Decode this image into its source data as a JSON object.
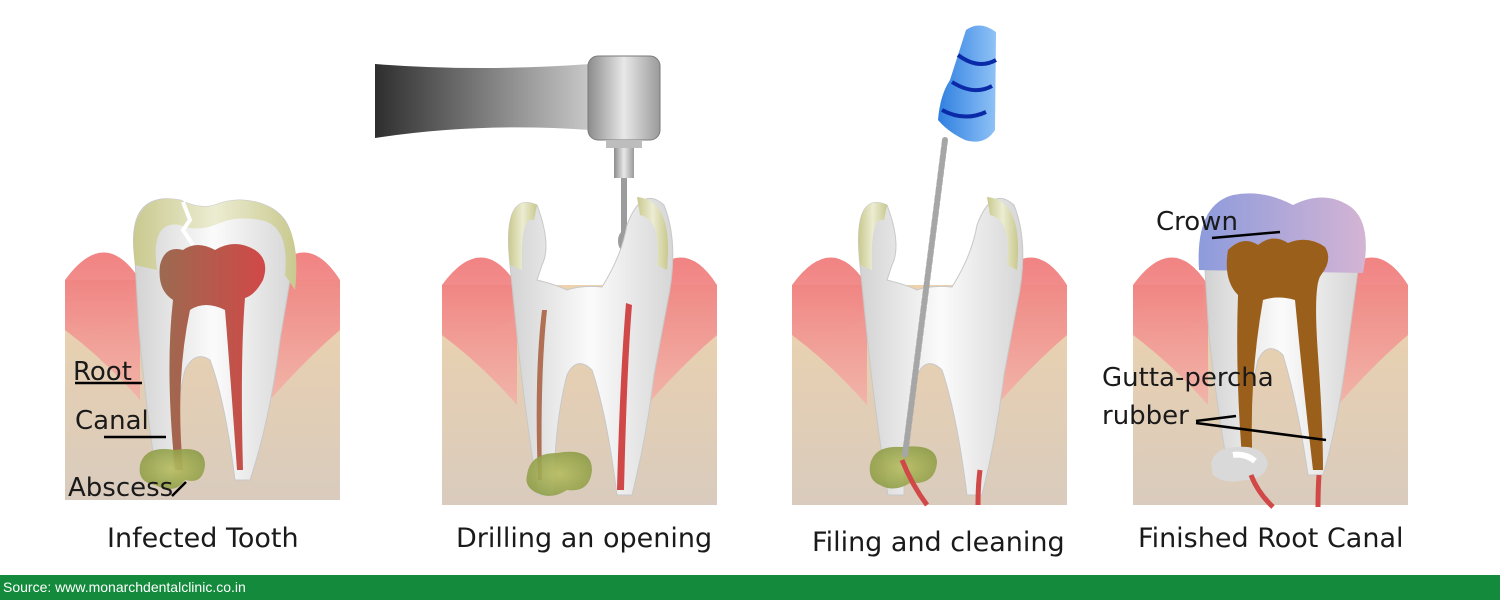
{
  "panels": [
    {
      "caption": "Infected Tooth"
    },
    {
      "caption": "Drilling an opening"
    },
    {
      "caption": "Filing and cleaning"
    },
    {
      "caption": "Finished Root Canal"
    }
  ],
  "labels": {
    "root": "Root",
    "canal": "Canal",
    "abscess": "Abscess",
    "crown": "Crown",
    "gutta_line1": "Gutta-percha",
    "gutta_line2": "rubber"
  },
  "source": "Source: www.monarchdentalclinic.co.in",
  "colors": {
    "gum": "#ef8a8a",
    "bone": "#e8cfb0",
    "enamel": "#d9d8a6",
    "dentin": "#e3e3e3",
    "pulp_infected": "#c24848",
    "abscess": "#9aa84a",
    "crown": "#9aa6dc",
    "gutta_percha": "#a0651e",
    "file_handle": "#3d8fe8",
    "source_bar": "#138a3c"
  }
}
